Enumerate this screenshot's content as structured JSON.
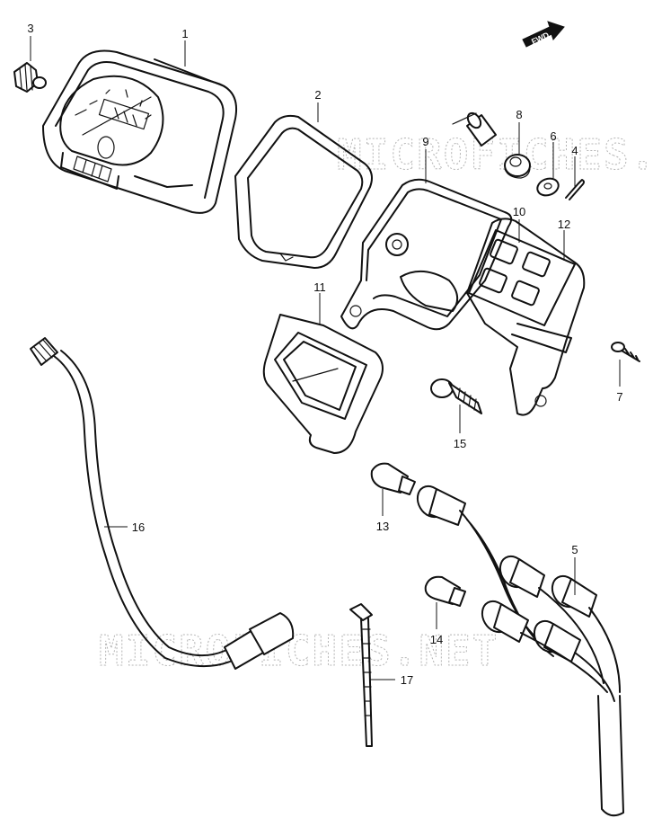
{
  "direction_badge": {
    "label": "FWD"
  },
  "watermark": {
    "text": "MICROFICHES.NET"
  },
  "callouts": [
    {
      "id": "1",
      "label": "1"
    },
    {
      "id": "2",
      "label": "2"
    },
    {
      "id": "3",
      "label": "3"
    },
    {
      "id": "4",
      "label": "4"
    },
    {
      "id": "5",
      "label": "5"
    },
    {
      "id": "6",
      "label": "6"
    },
    {
      "id": "7",
      "label": "7"
    },
    {
      "id": "8",
      "label": "8"
    },
    {
      "id": "9",
      "label": "9"
    },
    {
      "id": "10",
      "label": "10"
    },
    {
      "id": "11",
      "label": "11"
    },
    {
      "id": "12",
      "label": "12"
    },
    {
      "id": "13",
      "label": "13"
    },
    {
      "id": "14",
      "label": "14"
    },
    {
      "id": "15",
      "label": "15"
    },
    {
      "id": "16",
      "label": "16"
    },
    {
      "id": "17",
      "label": "17"
    }
  ]
}
